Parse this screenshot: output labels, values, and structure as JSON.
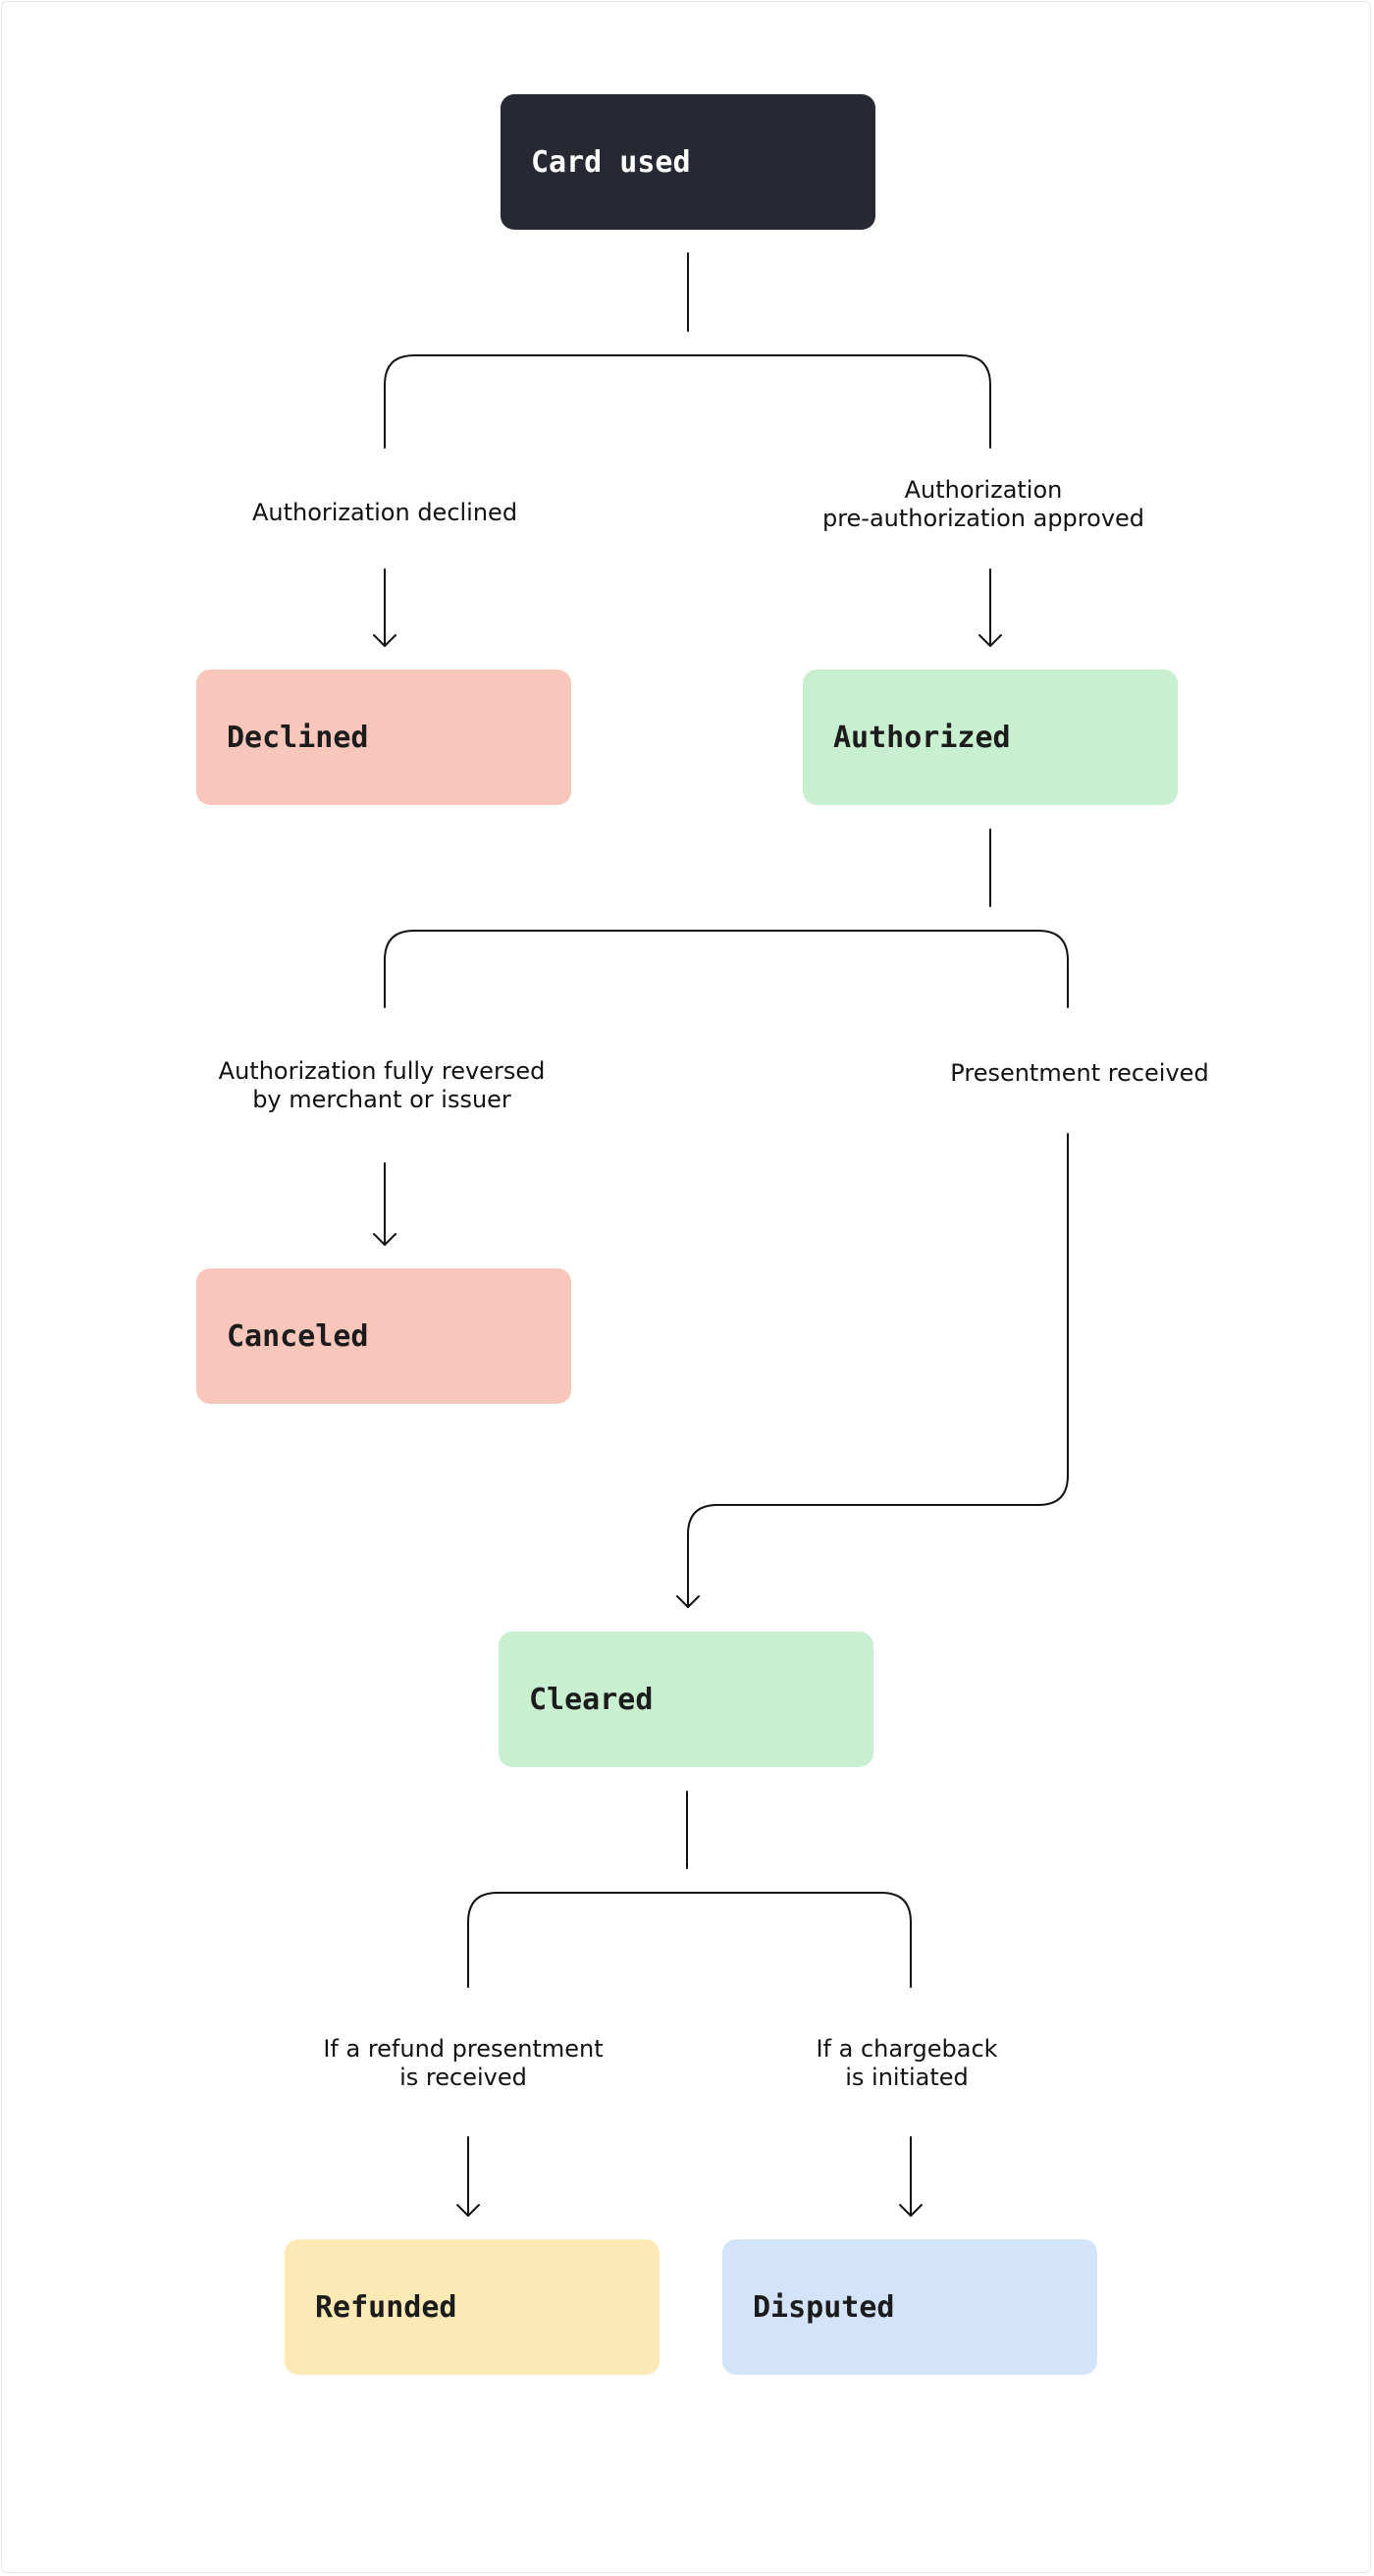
{
  "colors": {
    "card_used": "#262932",
    "declined": "#f8c6ba",
    "authorized": "#c9efd1",
    "canceled": "#f8c6ba",
    "cleared": "#c9efd1",
    "refunded": "#fde9b5",
    "disputed": "#d2e3fa",
    "line": "#111111"
  },
  "nodes": {
    "card_used": "Card used",
    "declined": "Declined",
    "authorized": "Authorized",
    "canceled": "Canceled",
    "cleared": "Cleared",
    "refunded": "Refunded",
    "disputed": "Disputed"
  },
  "edges": {
    "auth_declined": "Authorization declined",
    "auth_approved": "Authorization\npre-authorization approved",
    "auth_reversed": "Authorization fully reversed\nby merchant or issuer",
    "presentment_received": "Presentment received",
    "refund_presentment": "If a refund presentment\nis received",
    "chargeback": "If a chargeback\nis initiated"
  }
}
